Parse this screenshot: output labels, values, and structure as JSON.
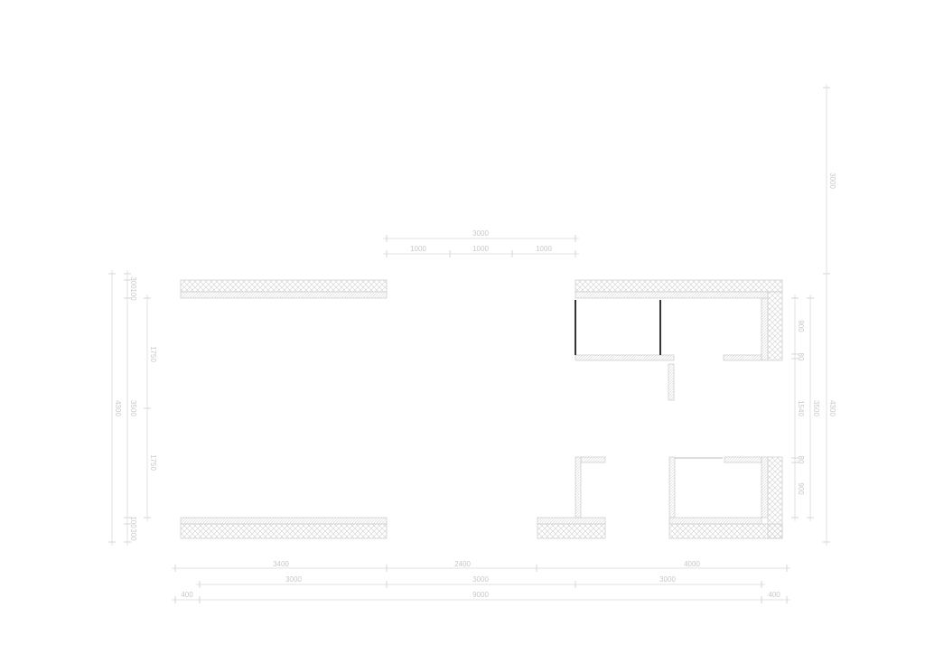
{
  "colors": {
    "dimension": "#c8c8c8",
    "wall": "#cfcfcf",
    "opening": "#333333"
  },
  "dims": {
    "top": {
      "total": "3000",
      "parts": [
        "1000",
        "1000",
        "1000"
      ]
    },
    "left": {
      "total": "4300",
      "mid": "3500",
      "top_a": "300",
      "top_b": "100",
      "bot_a": "100",
      "bot_b": "300",
      "half_a": "1750",
      "half_b": "1750"
    },
    "right": {
      "upper": "3000",
      "total": "4300",
      "mid": "3500",
      "parts": [
        "900",
        "80",
        "1540",
        "80",
        "900"
      ]
    },
    "bottom": {
      "row1": [
        "3400",
        "2400",
        "4000"
      ],
      "row2": [
        "3000",
        "3000",
        "3000"
      ],
      "row3": [
        "400",
        "9000",
        "400"
      ]
    }
  }
}
